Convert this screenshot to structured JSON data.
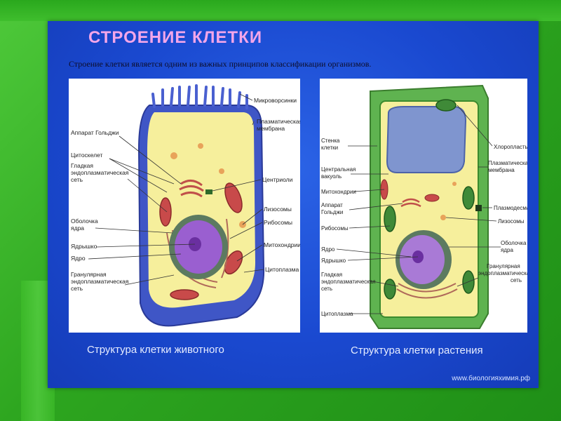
{
  "title": "СТРОЕНИЕ КЛЕТКИ",
  "subtitle": "Строение клетки является одним из важных принципов классификации организмов.",
  "animal": {
    "caption": "Структура клетки животного",
    "labels_left": [
      "Аппарат Гольджи",
      "Цитоскелет",
      "Гладкая",
      "эндоплазматическая",
      "сеть",
      "Оболочка",
      "ядра",
      "Ядрышко",
      "Ядро",
      "Гранулярная",
      "эндоплазматическая",
      "сеть"
    ],
    "labels_right": [
      "Микроворсинки",
      "Плазматическая",
      "мембрана",
      "Центриоли",
      "Лизосомы",
      "Рибосомы",
      "Митохондрии",
      "Цитоплазма"
    ]
  },
  "plant": {
    "caption": "Структура клетки растения",
    "labels_left": [
      "Стенка",
      "клетки",
      "Центральная",
      "вакуоль",
      "Митохондрии",
      "Аппарат",
      "Гольджи",
      "Рибосомы",
      "Ядро",
      "Ядрышко",
      "Гладкая",
      "эндоплазматическая",
      "сеть",
      "Цитоплазма"
    ],
    "labels_right": [
      "Хлоропласты",
      "Плазматическая",
      "мембрана",
      "Плазмодесма",
      "Лизосомы",
      "Оболочка",
      "ядра",
      "Гранулярная",
      "эндоплазматическая",
      "сеть"
    ]
  },
  "watermark": "www.биологияхимия.рф",
  "colors": {
    "slide_blue": "#1a49d0",
    "title_pink": "#f3a6e9",
    "cytoplasm": "#f6ef9c",
    "nucleus": "#9a5fd0",
    "cell_wall": "#5fb350",
    "membrane_blue": "#4058c8"
  }
}
